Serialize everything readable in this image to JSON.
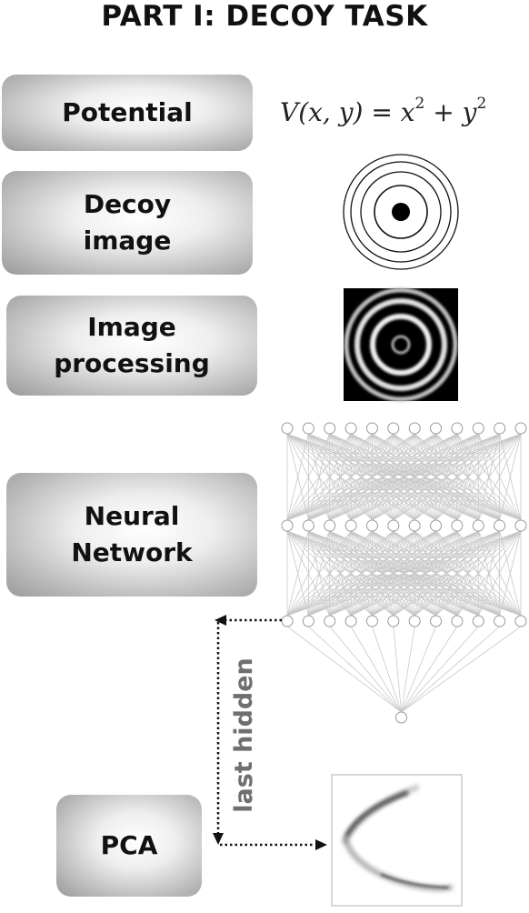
{
  "title": "PART I:  DECOY TASK",
  "steps": {
    "potential": "Potential",
    "decoy_line1": "Decoy",
    "decoy_line2": "image",
    "processing_line1": "Image",
    "processing_line2": "processing",
    "network_line1": "Neural",
    "network_line2": "Network",
    "pca": "PCA"
  },
  "formula": {
    "lhs": "V(x, y)",
    "eq": " = ",
    "x": "x",
    "plus": " + ",
    "y": "y",
    "exponent": "2"
  },
  "arrow_label": "last hidden",
  "network": {
    "layer_sizes": [
      12,
      12,
      12,
      1
    ]
  },
  "colors": {
    "arrow": "#111111",
    "label_gray": "#6f6f6f",
    "network_line": "#c8c8c8"
  }
}
